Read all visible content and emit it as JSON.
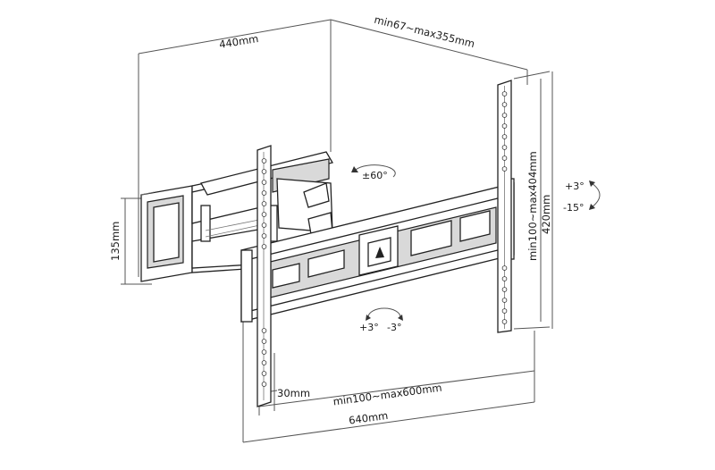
{
  "dimensions": {
    "depth_wall_plate": "440mm",
    "arm_extension": "min67~max355mm",
    "plate_height": "135mm",
    "vesa_vertical": "min100~max404mm",
    "bracket_height": "420mm",
    "vesa_horizontal": "min100~max600mm",
    "bracket_width": "640mm",
    "rail_width": "30mm"
  },
  "angles": {
    "swivel": "±60°",
    "tilt_up": "+3°",
    "tilt_down": "-15°",
    "level_plus": "+3°",
    "level_minus": "-3°"
  },
  "colors": {
    "line": "#222222",
    "dimension": "#555555",
    "background": "#ffffff"
  }
}
